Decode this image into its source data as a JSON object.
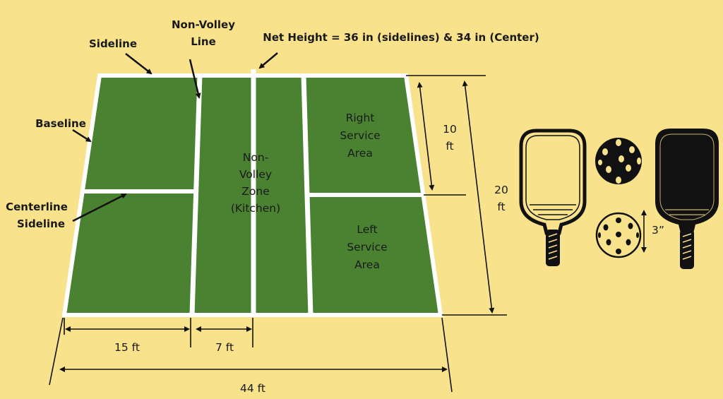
{
  "labels": {
    "sideline": "Sideline",
    "non_volley_line": [
      "Non-Volley",
      "Line"
    ],
    "net_height": "Net Height = 36 in (sidelines) & 34 in (Center)",
    "baseline": "Baseline",
    "centerline_sideline": [
      "Centerline",
      "Sideline"
    ]
  },
  "zones": {
    "kitchen": [
      "Non-",
      "Volley",
      "Zone",
      "(Kitchen)"
    ],
    "right_service": [
      "Right",
      "Service",
      "Area"
    ],
    "left_service": [
      "Left",
      "Service",
      "Area"
    ]
  },
  "dimensions": {
    "baseline_to_nvl": "15 ft",
    "nvl_to_net": "7 ft",
    "court_length": "44 ft",
    "half_width": [
      "10",
      "ft"
    ],
    "court_width": [
      "20",
      "ft"
    ],
    "ball_diameter": "3”"
  },
  "colors": {
    "background": "#F9E28C",
    "court": "#4A8231",
    "lines": "#FFFFFF"
  }
}
